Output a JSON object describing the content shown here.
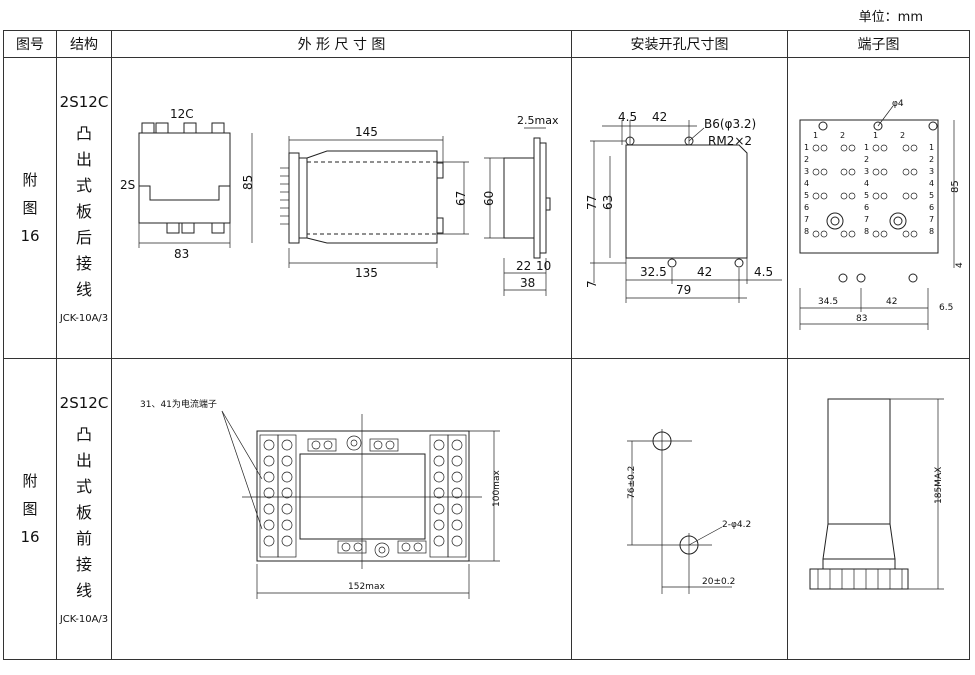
{
  "unit_label": "单位：mm",
  "headers": {
    "fig_no": "图号",
    "structure": "结构",
    "outline": "外 形 尺 寸 图",
    "mounting": "安装开孔尺寸图",
    "terminal": "端子图"
  },
  "rows": [
    {
      "fig_no_lines": [
        "附",
        "图",
        "16"
      ],
      "code": "2S12C",
      "structure_chars": [
        "凸",
        "出",
        "式",
        "板",
        "后",
        "接",
        "线"
      ],
      "model": "JCK-10A/3",
      "outline_labels": {
        "top_label": "12C",
        "side_label": "2S",
        "width_a": "83",
        "height_a": "85",
        "length_top": "145",
        "length_bottom": "135",
        "height_b": "67",
        "height_c": "60",
        "max_thick": "2.5max",
        "dim_22": "22",
        "dim_10": "10",
        "dim_38": "38"
      },
      "mount_labels": {
        "d45a": "4.5",
        "d42a": "42",
        "hole_note": "B6(φ3.2)",
        "screw_note": "RM2×2",
        "h77": "77",
        "h63": "63",
        "d7": "7",
        "d325": "32.5",
        "d42b": "42",
        "d45b": "4.5",
        "d79": "79"
      },
      "terminal_labels": {
        "phi": "φ4",
        "h85": "85",
        "d345": "34.5",
        "d42": "42",
        "d83": "83",
        "d65": "6.5",
        "d4": "4",
        "left_nums": [
          "1",
          "2",
          "3",
          "4",
          "5",
          "6",
          "7",
          "8"
        ],
        "mid_nums": [
          "1",
          "2",
          "3",
          "4",
          "5",
          "6",
          "7",
          "8"
        ],
        "right_nums": [
          "1",
          "2",
          "3",
          "4",
          "5",
          "6",
          "7",
          "8"
        ],
        "top_nums": [
          "1",
          "2",
          "1",
          "2"
        ]
      }
    },
    {
      "fig_no_lines": [
        "附",
        "图",
        "16"
      ],
      "code": "2S12C",
      "structure_chars": [
        "凸",
        "出",
        "式",
        "板",
        "前",
        "接",
        "线"
      ],
      "model": "JCK-10A/3",
      "outline_labels": {
        "note": "31、41为电流端子",
        "h100": "100max",
        "w152": "152max"
      },
      "mount_labels": {
        "h76": "76±0.2",
        "holes": "2-φ4.2",
        "w20": "20±0.2"
      },
      "terminal_labels": {
        "h185": "185MAX"
      }
    }
  ]
}
